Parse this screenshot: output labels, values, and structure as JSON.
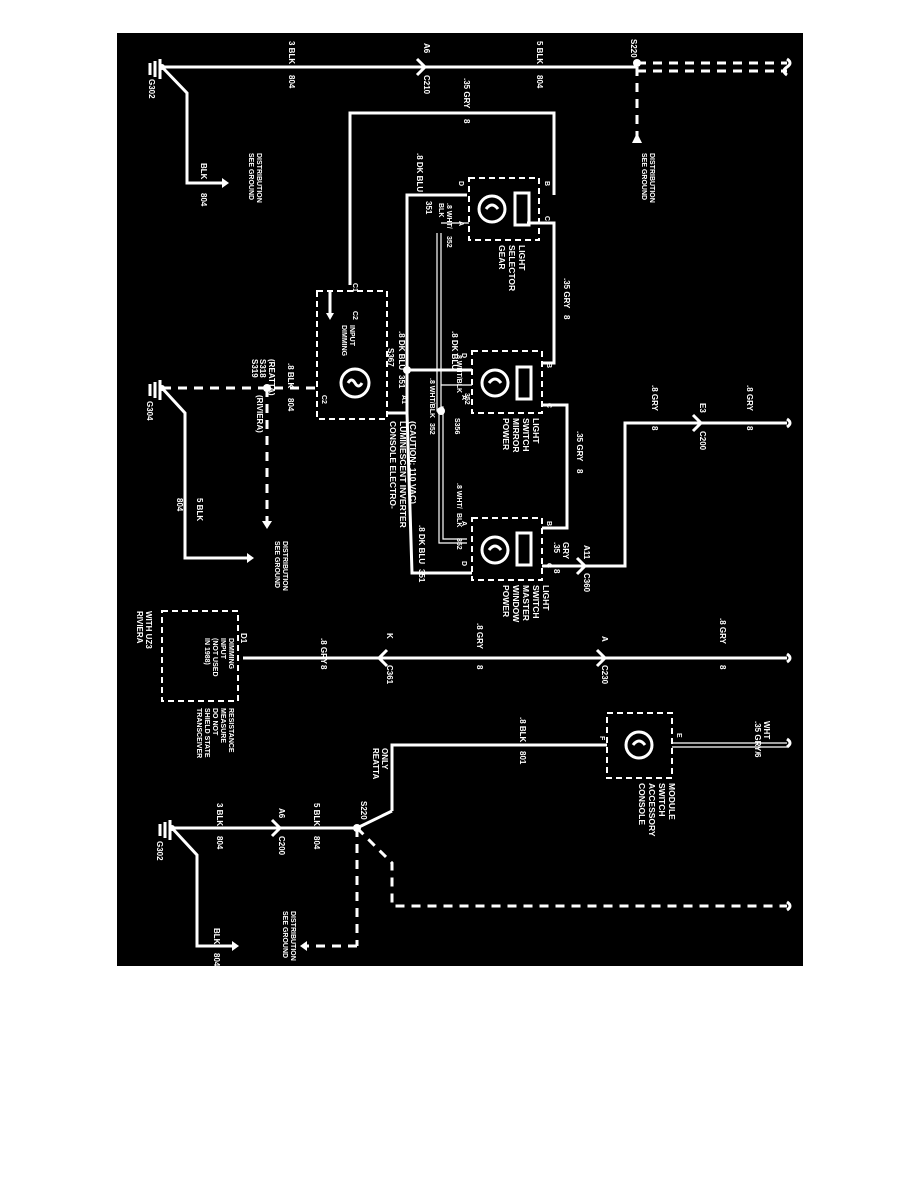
{
  "colors": {
    "background": "#000000",
    "wire": "#ffffff",
    "page": "#ffffff"
  },
  "wires": {
    "top_left_blk": "3 BLK",
    "top_left_num": "804",
    "top_right_blk": "5 BLK",
    "top_right_num": "804",
    "gray_top": ".35 GRY",
    "gray_top_num": "8",
    "gray_mid1": ".35 GRY",
    "gray_mid1_num": "8",
    "gray_mid2": ".35 GRY",
    "gray_mid2_num": "8",
    "gray_low": ".35",
    "gray_low2": "GRY",
    "gray_low_num": "8",
    "gray_right1": ".8 GRY",
    "gray_right1_num": "8",
    "gray_right2": ".8 GRY",
    "gray_right2_num": "8",
    "dkblu_top": ".8 DK BLU",
    "dkblu_top_num": "351",
    "dkblu_mid": ".8 DK BLU",
    "dkblu_mid2": ".8 DK BLU",
    "dkblu_mid_num": "351",
    "dkblu_low": ".8 DK BLU",
    "dkblu_low_num": "351",
    "wht_blk_1": ".8 WHT/",
    "wht_blk_1b": "BLK",
    "wht_blk_1_num": "352",
    "wht_blk_2": ".8 WHT/BLK",
    "wht_blk_2_num": "352",
    "wht_blk_3": ".8 WHT/BLK",
    "wht_blk_3_num": "352",
    "wht_blk_4": ".8 WHT/",
    "wht_blk_4b": "BLK",
    "wht_blk_4_num": "352",
    "wht_blk_5": ".8 WHT/BLK",
    "wht_blk_5_num": "352",
    "blk_g304": ".8 BLK",
    "blk_g304_num": "804",
    "blk_g304_b": "5 BLK",
    "blk_g304_b_num": "804",
    "blk_g302_top": "BLK",
    "blk_g302_top_num": "804",
    "gry_lower_1": ".8 GRY",
    "gry_lower_1_num": "8",
    "gry_lower_2": ".8 GRY",
    "gry_lower_2_num": "8",
    "gry_lower_3": ".8 GRY",
    "gry_lower_3_num": "8",
    "blk_lower": ".8 BLK",
    "blk_lower_num": "801",
    "gry_wht": ".35 GRY/",
    "gry_wht_b": "WHT",
    "gry_wht_num": "6",
    "bot_3blk": "3 BLK",
    "bot_3blk_num": "804",
    "bot_5blk": "5 BLK",
    "bot_5blk_num": "804",
    "bot_blk": "BLK",
    "bot_blk_num": "804"
  },
  "connectors": {
    "s220_top": "S220",
    "g302_top": "G302",
    "a6_top": "A6",
    "c210_top": "C210",
    "s367": "S367",
    "s356": "S356",
    "s318": "S318",
    "s319": "S319",
    "reatta": "(REATTA)",
    "riviera": "(RIVIERA)",
    "g304": "G304",
    "e3": "E3",
    "c200_mid": "C200",
    "a11": "A11",
    "c360": "C360",
    "d1": "D1",
    "k": "K",
    "c361": "C361",
    "a_mid": "A",
    "c230": "C230",
    "f": "F",
    "e": "E",
    "s220_bot": "S220",
    "a6_bot": "A6",
    "c200_bot": "C200",
    "g302_bot": "G302",
    "reatta_only": "REATTA",
    "reatta_only2": "ONLY"
  },
  "pins": {
    "p_a": "A",
    "p_b": "B",
    "p_c": "C",
    "p_d": "D",
    "p_e": "E",
    "p_c1": "C1",
    "p_c2": "C2",
    "p_a1": "A1"
  },
  "components": {
    "gear_selector": [
      "GEAR",
      "SELECTOR",
      "LIGHT"
    ],
    "power_mirror": [
      "POWER",
      "MIRROR",
      "SWITCH",
      "LIGHT"
    ],
    "power_window": [
      "POWER",
      "WINDOW",
      "MASTER",
      "SWITCH",
      "LIGHT"
    ],
    "inverter": [
      "CONSOLE ELECTRO-",
      "LUMINESCENT INVERTER",
      "(CAUTION: 110 VAC)"
    ],
    "dimming_input": [
      "DIMMING",
      "INPUT"
    ],
    "transceiver_box": [
      "DIMMING",
      "INPUT",
      "(NOT USED",
      "IN 1988)"
    ],
    "transceiver_note": [
      "TRANSCEIVER",
      "SHIELD STATE",
      "DO NOT",
      "MEASURE",
      "RESISTANCE"
    ],
    "riviera_uz3": [
      "RIVIERA",
      "WITH UZ3"
    ],
    "console_accessory": [
      "CONSOLE",
      "ACCESSORY",
      "SWITCH",
      "MODULE"
    ]
  },
  "ground_refs": {
    "g1": [
      "SEE GROUND",
      "DISTRIBUTION"
    ],
    "g2": [
      "SEE GROUND",
      "DISTRIBUTION"
    ],
    "g3": [
      "SEE GROUND",
      "DISTRIBUTION"
    ],
    "g4": [
      "SEE GROUND",
      "DISTRIBUTION"
    ]
  }
}
